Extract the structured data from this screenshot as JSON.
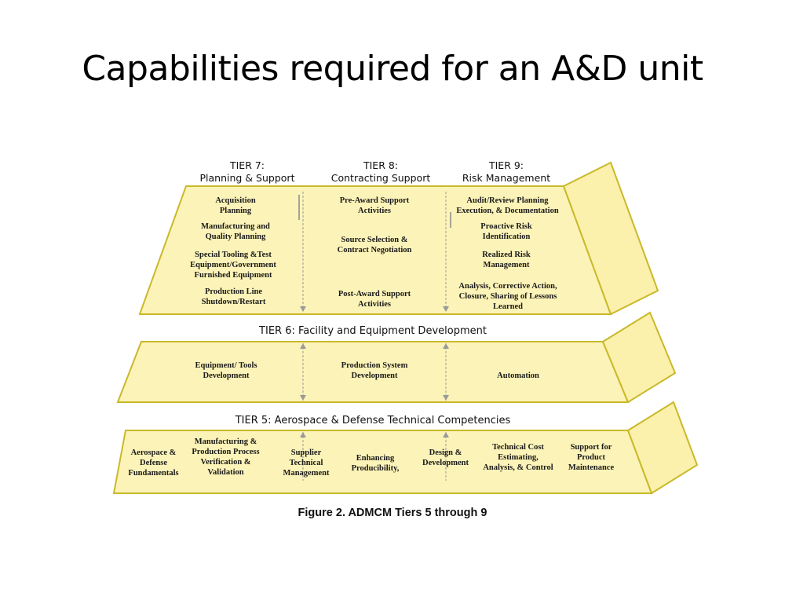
{
  "slide": {
    "title": "Capabilities required for an A&D unit"
  },
  "diagram": {
    "top_tiers": [
      {
        "name": "TIER 7:",
        "subtitle": "Planning & Support",
        "items": [
          "Acquisition Planning",
          "Manufacturing and Quality Planning",
          "Special Tooling &Test Equipment/Government Furnished Equipment",
          "Production Line Shutdown/Restart"
        ]
      },
      {
        "name": "TIER 8:",
        "subtitle": "Contracting Support",
        "items": [
          "Pre-Award Support Activities",
          "Source Selection & Contract Negotiation",
          "Post-Award Support Activities"
        ]
      },
      {
        "name": "TIER 9:",
        "subtitle": "Risk Management",
        "items": [
          "Audit/Review Planning Execution, & Documentation",
          "Proactive Risk Identification",
          "Realized Risk Management",
          "Analysis, Corrective Action, Closure, Sharing of Lessons Learned"
        ]
      }
    ],
    "tier6": {
      "label": "TIER 6: Facility and Equipment Development",
      "items": [
        "Equipment/ Tools Development",
        "Production System Development",
        "Automation"
      ]
    },
    "tier5": {
      "label": "TIER 5: Aerospace & Defense Technical Competencies",
      "items": [
        "Aerospace & Defense Fundamentals",
        "Manufacturing & Production Process Verification & Validation",
        "Supplier Technical Management",
        "Enhancing Producibility,",
        "Design & Development",
        "Technical Cost Estimating, Analysis, & Control",
        "Support for Product Maintenance"
      ]
    },
    "caption": "Figure 2. ADMCM Tiers 5 through 9"
  },
  "colors": {
    "fill": "#FCF3B8",
    "side_fill": "#FBF0AC",
    "stroke": "#C9B92A",
    "arrow": "#9a9a9a",
    "separator": "#8a8a8a"
  }
}
